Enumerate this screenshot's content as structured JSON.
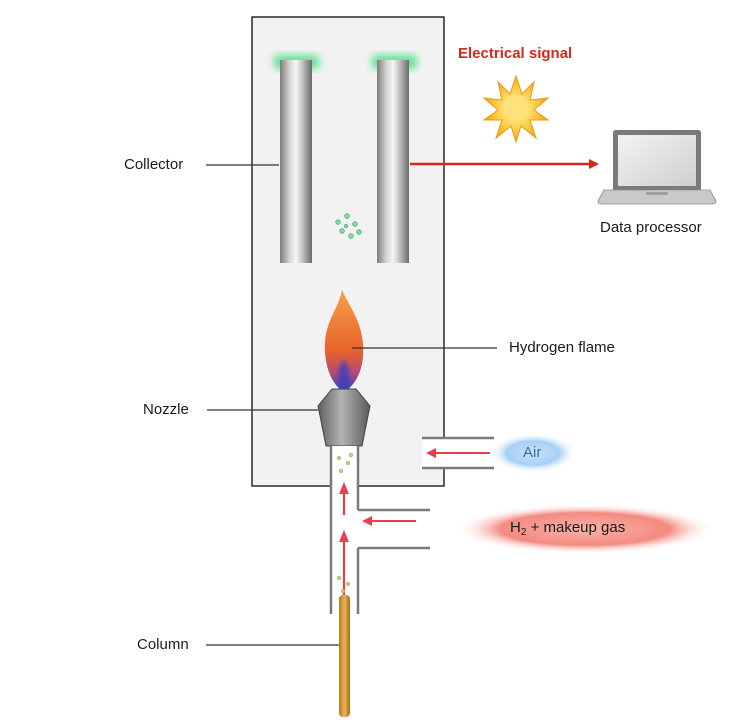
{
  "labels": {
    "collector": "Collector",
    "nozzle": "Nozzle",
    "column": "Column",
    "hydrogen_flame": "Hydrogen flame",
    "electrical_signal": "Electrical signal",
    "data_processor": "Data processor",
    "air": "Air",
    "h2_prefix": "H",
    "h2_subscript": "2",
    "h2_suffix": " + makeup gas"
  },
  "colors": {
    "signal_arrow": "#d9251c",
    "signal_text": "#d9251c",
    "flow_arrow": "#e8404a",
    "collector_glow": "#4fe08a",
    "air_glow": "#8fc4f2",
    "h2_glow": "#f48a80",
    "column": "#d89a2e",
    "chamber_fill": "#f2f2f2",
    "chamber_stroke": "#2a2a2a"
  },
  "icons": {
    "signal": "starburst-icon",
    "processor": "laptop-icon"
  }
}
